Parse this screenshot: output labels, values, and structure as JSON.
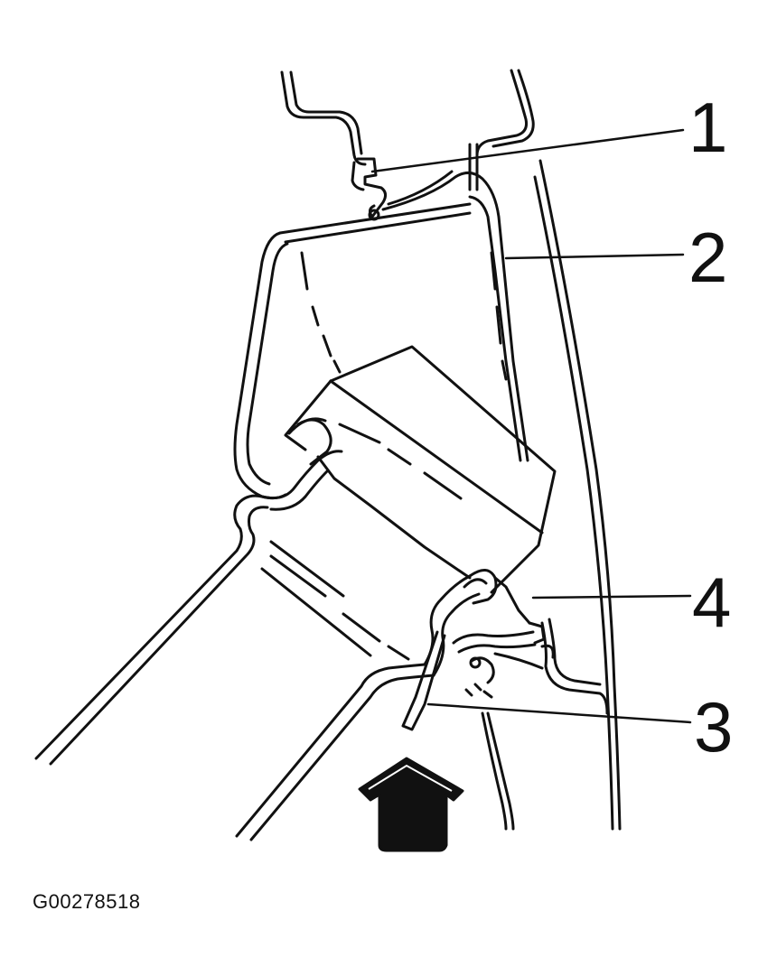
{
  "callouts": [
    {
      "label": "1"
    },
    {
      "label": "2"
    },
    {
      "label": "3"
    },
    {
      "label": "4"
    }
  ],
  "figure_id": "G00278518",
  "colors": {
    "line": "#111111",
    "background": "#ffffff"
  },
  "icons": [
    "direction-arrow-icon"
  ]
}
